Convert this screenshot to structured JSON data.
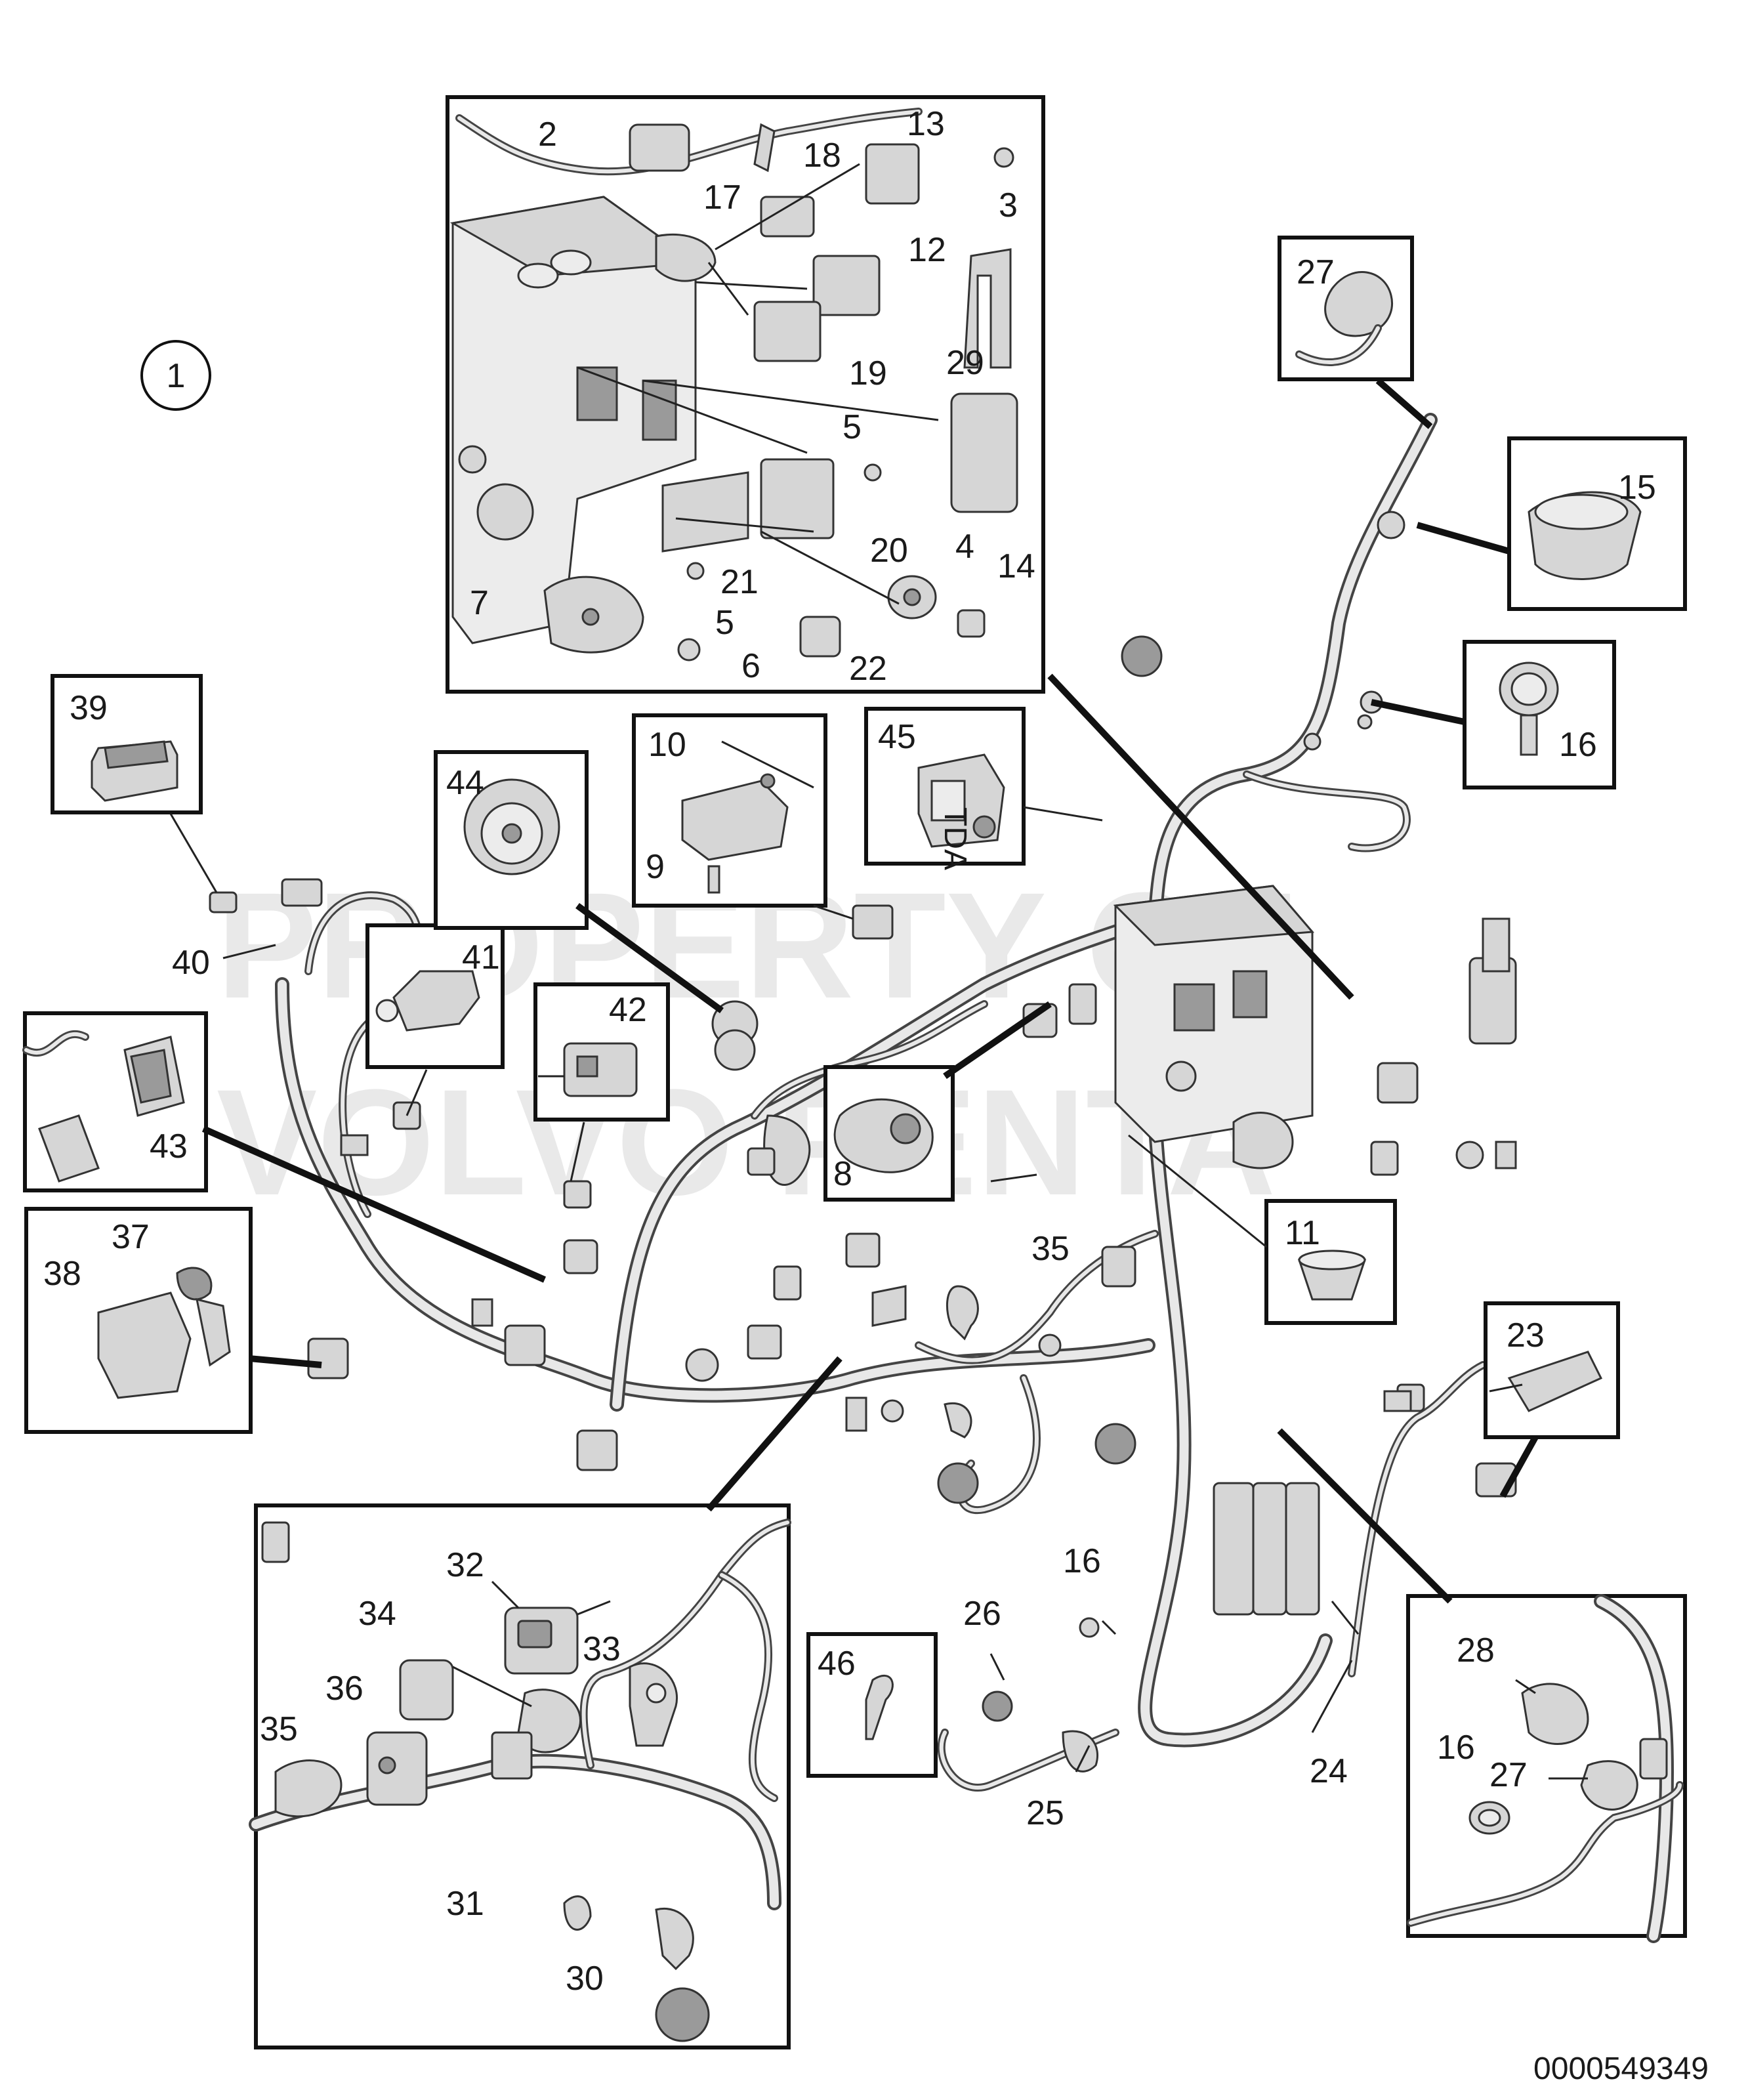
{
  "figure": {
    "index": "1",
    "watermark_line1": "PROPERTY OF",
    "watermark_line2": "VOLVO PENTA",
    "image_number": "0000549349"
  },
  "callouts": {
    "n2": "2",
    "n3": "3",
    "n4": "4",
    "n5a": "5",
    "n5b": "5",
    "n6": "6",
    "n7": "7",
    "n8": "8",
    "n9": "9",
    "n10": "10",
    "n11": "11",
    "n12": "12",
    "n13": "13",
    "n14": "14",
    "n15": "15",
    "n16a": "16",
    "n16b": "16",
    "n16c": "16",
    "n17": "17",
    "n18": "18",
    "n19": "19",
    "n20": "20",
    "n21": "21",
    "n22": "22",
    "n23": "23",
    "n24": "24",
    "n25": "25",
    "n26": "26",
    "n27a": "27",
    "n27b": "27",
    "n28": "28",
    "n29": "29",
    "n30": "30",
    "n31": "31",
    "n32": "32",
    "n33": "33",
    "n34": "34",
    "n35a": "35",
    "n35b": "35",
    "n36": "36",
    "n37": "37",
    "n38": "38",
    "n39": "39",
    "n40": "40",
    "n41": "41",
    "n42": "42",
    "n43": "43",
    "n44": "44",
    "n45": "45",
    "n46": "46"
  },
  "detail_text": {
    "bracket_label": "TDA"
  }
}
